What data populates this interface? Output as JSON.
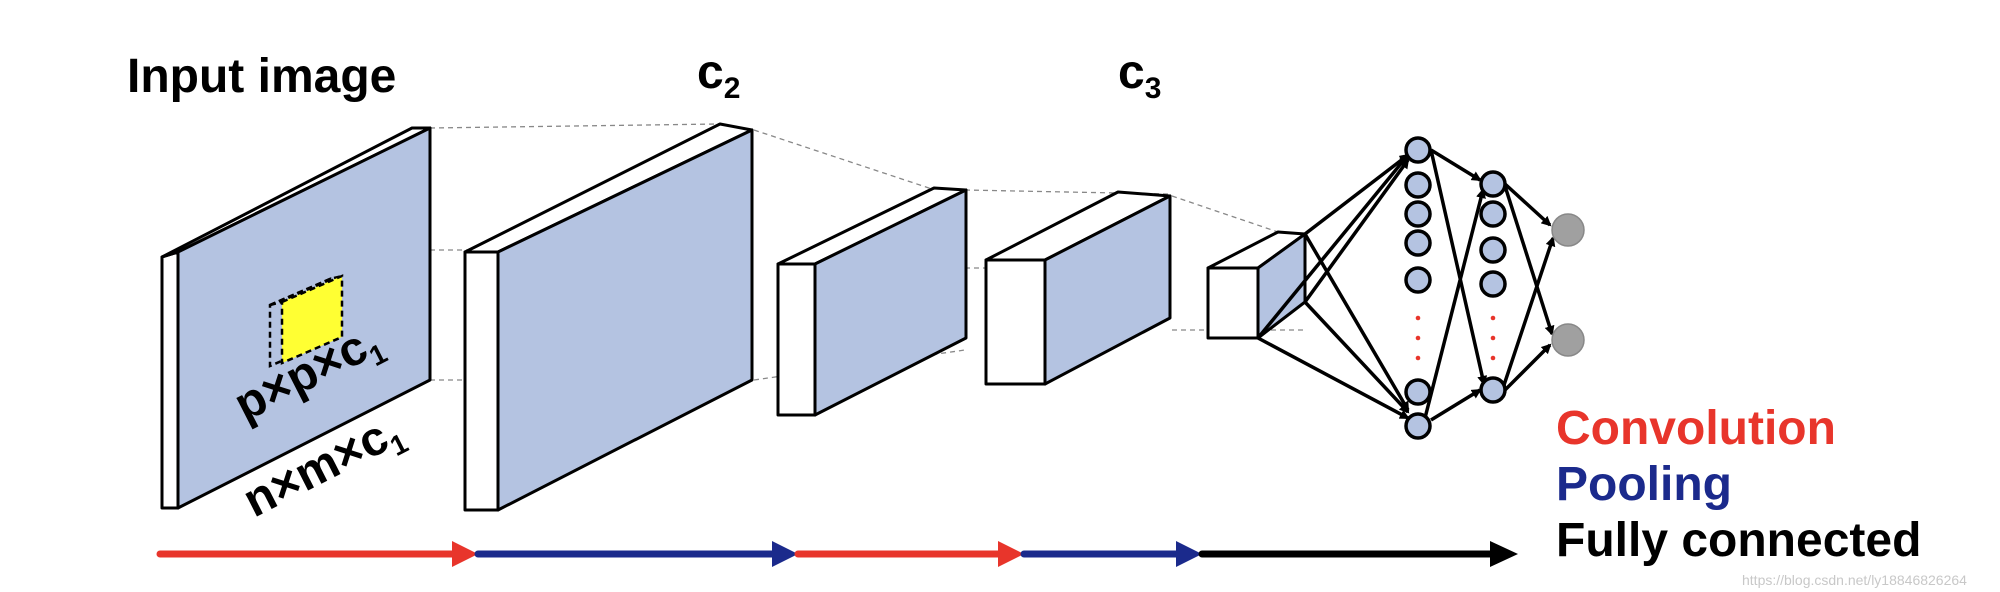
{
  "labels": {
    "input_image": "Input image",
    "c2_base": "c",
    "c2_sub": "2",
    "c3_base": "c",
    "c3_sub": "3",
    "patch_size": "p×p×c",
    "patch_size_sub": "1",
    "image_size": "n×m×c",
    "image_size_sub": "1",
    "vertical_dots": ":"
  },
  "legend": {
    "convolution": "Convolution",
    "pooling": "Pooling",
    "fully_connected": "Fully connected"
  },
  "watermark": "https://blog.csdn.net/ly18846826264",
  "colors": {
    "convolution": "#e8352b",
    "pooling": "#1b2a8c",
    "fully_connected": "#000000",
    "feature_map": "#b4c3e1",
    "patch": "#ffff33",
    "neuron": "#b4c3e1",
    "output_neuron": "#a0a0a0",
    "dots": "#e8352b"
  }
}
